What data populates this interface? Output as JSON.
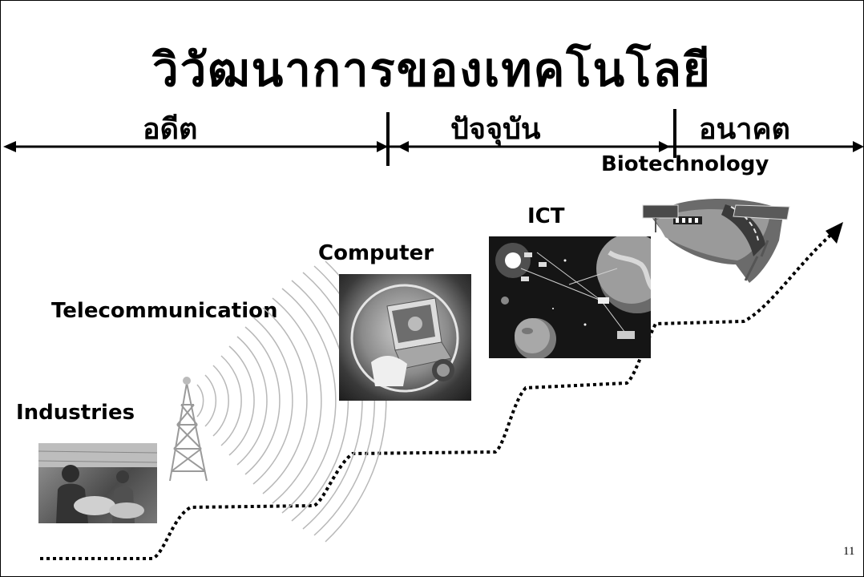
{
  "slide": {
    "title": "วิวัฒนาการของเทคโนโลยี",
    "page_number": "11"
  },
  "timeline": {
    "past": "อดีต",
    "present": "ปัจจุบัน",
    "future": "อนาคต"
  },
  "stages": {
    "industries": "Industries",
    "telecommunication": "Telecommunication",
    "computer": "Computer",
    "ict": "ICT",
    "biotechnology": "Biotechnology"
  }
}
